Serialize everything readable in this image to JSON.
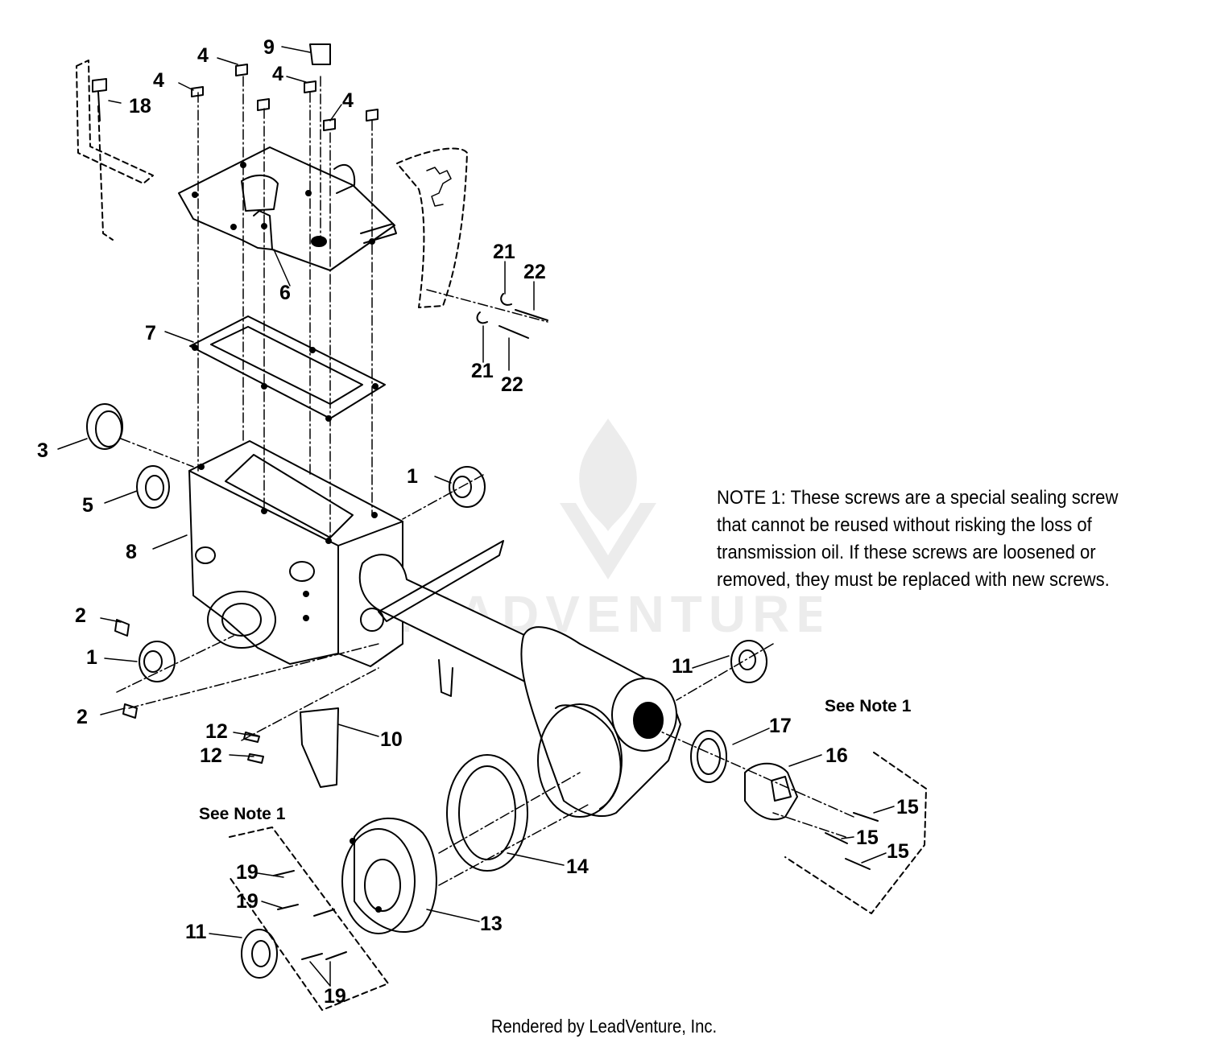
{
  "callouts": {
    "c1a": "1",
    "c1b": "1",
    "c2a": "2",
    "c2b": "2",
    "c3": "3",
    "c4a": "4",
    "c4b": "4",
    "c4c": "4",
    "c4d": "4",
    "c5": "5",
    "c6": "6",
    "c7": "7",
    "c8": "8",
    "c9": "9",
    "c10": "10",
    "c11a": "11",
    "c11b": "11",
    "c12a": "12",
    "c12b": "12",
    "c13": "13",
    "c14": "14",
    "c15a": "15",
    "c15b": "15",
    "c15c": "15",
    "c16": "16",
    "c17": "17",
    "c18": "18",
    "c19a": "19",
    "c19b": "19",
    "c19c": "19",
    "c21a": "21",
    "c21b": "21",
    "c22a": "22",
    "c22b": "22"
  },
  "see_note_left": "See Note 1",
  "see_note_right": "See Note 1",
  "note": {
    "lines": [
      "NOTE 1: These screws are a special sealing screw",
      "that cannot be reused without risking the loss of",
      "transmission oil.  If these screws are loosened or",
      "removed, they must be replaced with new screws."
    ]
  },
  "watermark_text": "LEADVENTURE",
  "footer": "Rendered by LeadVenture, Inc."
}
